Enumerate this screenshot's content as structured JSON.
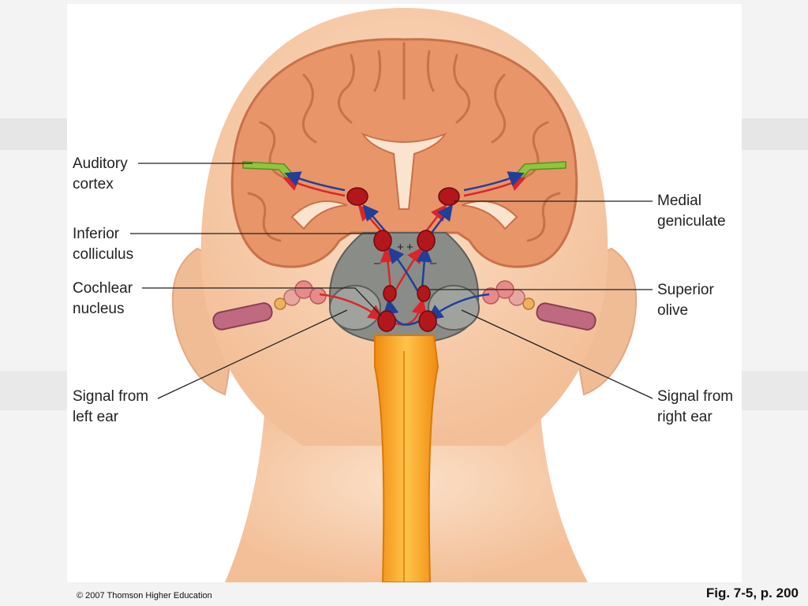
{
  "labels": {
    "auditory_cortex": "Auditory\ncortex",
    "inferior_colliculus": "Inferior\ncolliculus",
    "cochlear_nucleus": "Cochlear\nnucleus",
    "signal_left": "Signal from\nleft ear",
    "medial_geniculate": "Medial\ngeniculate",
    "superior_olive": "Superior\nolive",
    "signal_right": "Signal from\nright ear"
  },
  "signs": {
    "plus": "+",
    "minus": "–"
  },
  "footer": {
    "copyright": "© 2007 Thomson Higher Education",
    "figure_ref": "Fig. 7-5, p. 200"
  },
  "colors": {
    "skin": "#f5c9a8",
    "brain": "#e8956a",
    "spinal_cord": "#f6a623",
    "nucleus": "#b3161b",
    "pathway_red": "#d8262a",
    "pathway_blue": "#1f3f9a",
    "cortex_green": "#8dc63f",
    "brainstem_gray": "#8a8c88"
  }
}
